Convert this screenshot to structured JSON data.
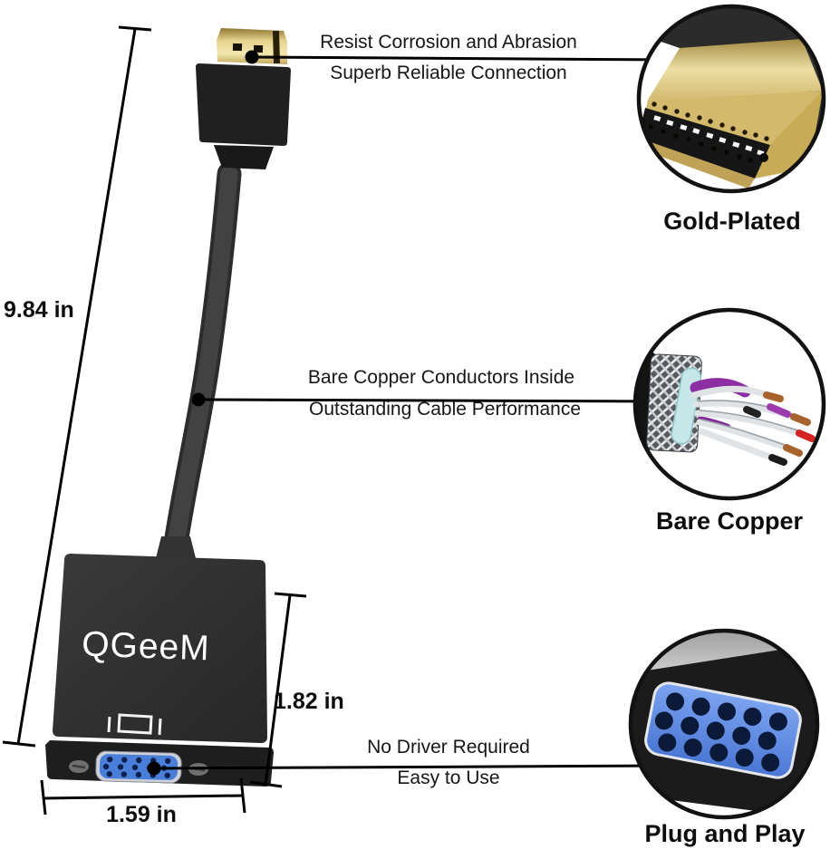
{
  "product": {
    "brand": "QGeeM",
    "display_icon": "monitor-outline"
  },
  "dimensions": {
    "cable_length": "9.84 in",
    "body_height": "1.82 in",
    "body_width": "1.59 in"
  },
  "callouts": {
    "top": {
      "line1": "Resist Corrosion and Abrasion",
      "line2": "Superb Reliable Connection",
      "badge": "Gold-Plated"
    },
    "middle": {
      "line1": "Bare Copper Conductors Inside",
      "line2": "Outstanding Cable Performance",
      "badge": "Bare Copper"
    },
    "bottom": {
      "line1": "No Driver Required",
      "line2": "Easy to Use",
      "badge": "Plug and Play"
    }
  },
  "colors": {
    "gold": "#d9c06a",
    "vga_blue": "#4a7fd9",
    "teal_shield": "#c6e6e8",
    "purple_wire": "#8d2fa3",
    "copper_tip": "#a8622d",
    "body_black": "#262626"
  }
}
